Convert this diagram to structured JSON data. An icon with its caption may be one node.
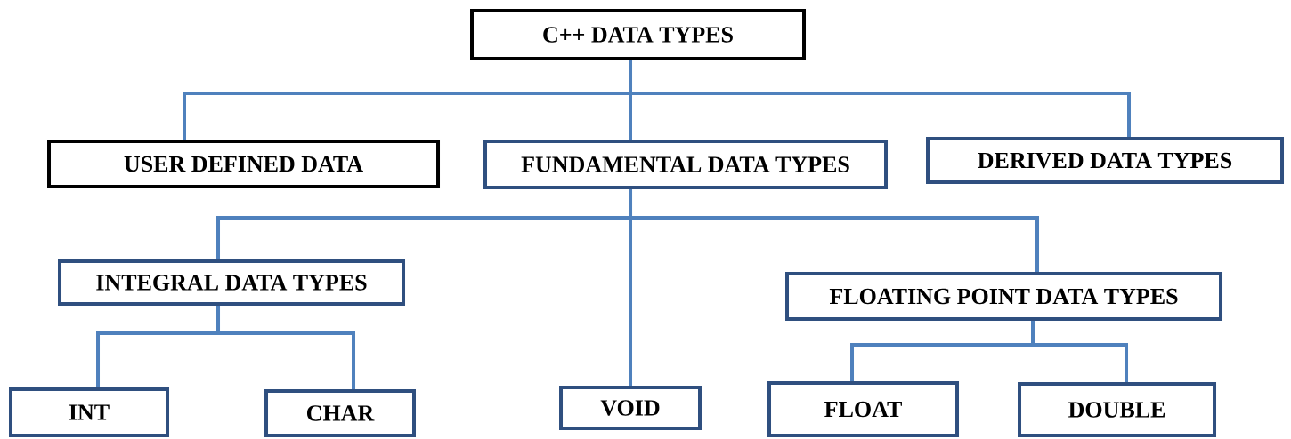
{
  "diagram": {
    "nodes": [
      {
        "text": [
          "C++ DATA TYPES"
        ]
      },
      {
        "text": [
          "USER DEFINED DATA"
        ]
      },
      {
        "text": [
          "FUNDAMENTAL DATA TYPES"
        ]
      },
      {
        "text": [
          "DERIVED DATA TYPES"
        ]
      },
      {
        "text": [
          "INTEGRAL DATA TYPES"
        ]
      },
      {
        "text": [
          "FLOATING POINT DATA TYPES"
        ]
      },
      {
        "text": [
          "INT"
        ]
      },
      {
        "text": [
          "CHAR"
        ]
      },
      {
        "text": [
          "VOID"
        ]
      },
      {
        "text": [
          "FLOAT"
        ]
      },
      {
        "text": [
          "DOUBLE"
        ]
      }
    ],
    "edges": [
      {
        "from": 0,
        "to": 1,
        "arrow": "none"
      },
      {
        "from": 0,
        "to": 2,
        "arrow": "none"
      },
      {
        "from": 0,
        "to": 3,
        "arrow": "none"
      },
      {
        "from": 2,
        "to": 4,
        "arrow": "none"
      },
      {
        "from": 2,
        "to": 8,
        "arrow": "none"
      },
      {
        "from": 2,
        "to": 5,
        "arrow": "none"
      },
      {
        "from": 4,
        "to": 6,
        "arrow": "none"
      },
      {
        "from": 4,
        "to": 7,
        "arrow": "none"
      },
      {
        "from": 5,
        "to": 9,
        "arrow": "none"
      },
      {
        "from": 5,
        "to": 10,
        "arrow": "none"
      }
    ]
  }
}
